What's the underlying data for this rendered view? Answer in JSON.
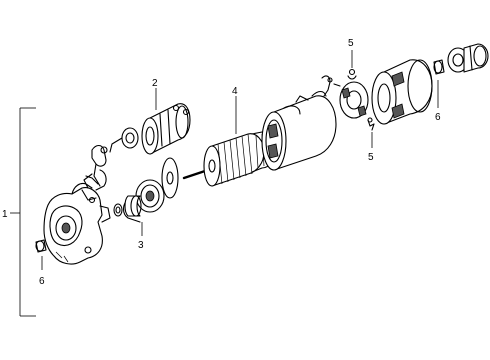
{
  "diagram": {
    "callouts": {
      "c1": "1",
      "c2": "2",
      "c3": "3",
      "c4": "4",
      "c5_top": "5",
      "c5_mid": "5",
      "c6_left": "6",
      "c6_right": "6"
    },
    "parts": [
      "drive-housing",
      "solenoid",
      "overrunning-clutch",
      "armature",
      "field-frame",
      "brush-holder",
      "end-frame",
      "bushing"
    ]
  }
}
